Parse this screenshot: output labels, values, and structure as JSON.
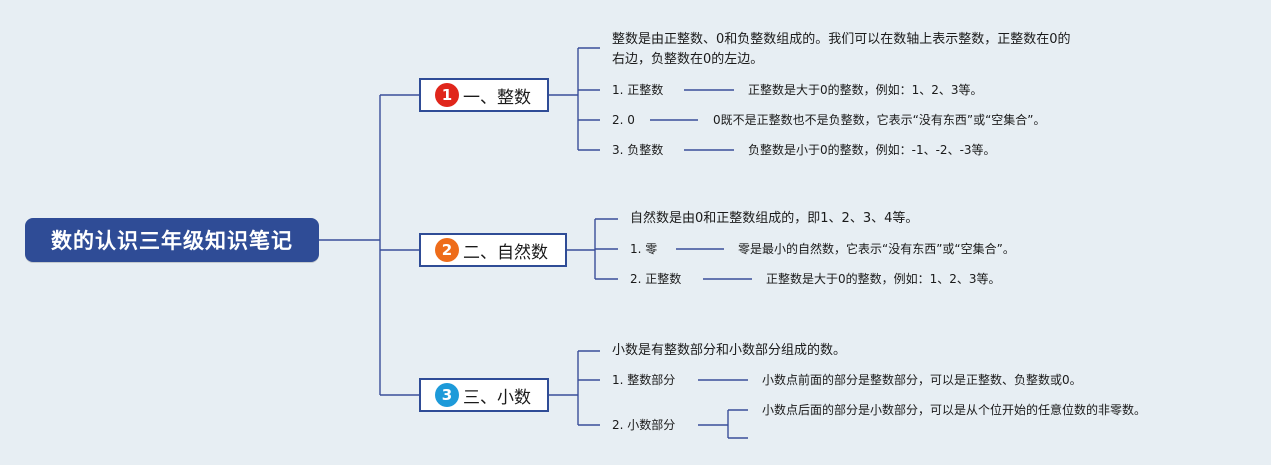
{
  "colors": {
    "line": "#3a4f9a",
    "root_bg": "#2f4c96",
    "badge_red": "#e0261b",
    "badge_orange": "#ee6c1a",
    "badge_blue": "#1d9ad9"
  },
  "root": {
    "label": "数的认识三年级知识笔记"
  },
  "branches": [
    {
      "number": "1",
      "label": "一、整数",
      "definition_line1": "整数是由正整数、0和负整数组成的。我们可以在数轴上表示整数，正整数在0的",
      "definition_line2": "右边，负整数在0的左边。",
      "items": [
        {
          "name": "1. 正整数",
          "desc": "正整数是大于0的整数，例如：1、2、3等。"
        },
        {
          "name": "2. 0",
          "desc": "0既不是正整数也不是负整数，它表示“没有东西”或“空集合”。"
        },
        {
          "name": "3. 负整数",
          "desc": "负整数是小于0的整数，例如：-1、-2、-3等。"
        }
      ]
    },
    {
      "number": "2",
      "label": "二、自然数",
      "definition": "自然数是由0和正整数组成的，即1、2、3、4等。",
      "items": [
        {
          "name": "1. 零",
          "desc": "零是最小的自然数，它表示“没有东西”或“空集合”。"
        },
        {
          "name": "2. 正整数",
          "desc": "正整数是大于0的整数，例如：1、2、3等。"
        }
      ]
    },
    {
      "number": "3",
      "label": "三、小数",
      "definition": "小数是有整数部分和小数部分组成的数。",
      "items": [
        {
          "name": "1. 整数部分",
          "desc": "小数点前面的部分是整数部分，可以是正整数、负整数或0。"
        },
        {
          "name": "2. 小数部分",
          "desc": "小数点后面的部分是小数部分，可以是从个位开始的任意位数的非零数。"
        }
      ]
    }
  ]
}
